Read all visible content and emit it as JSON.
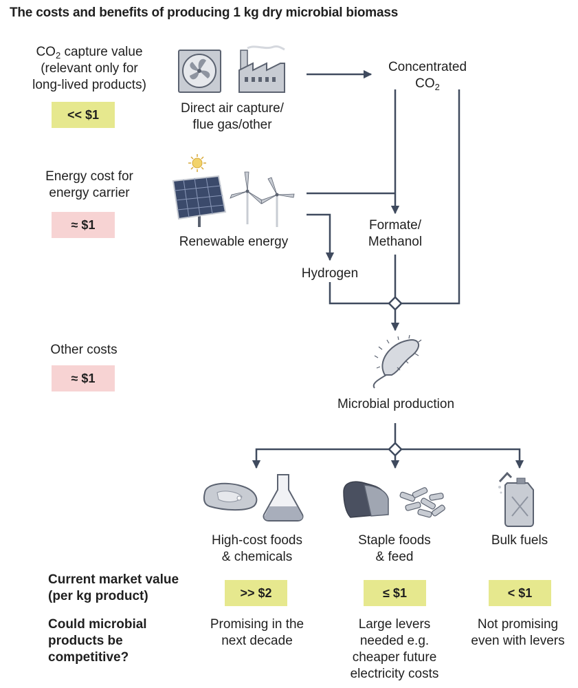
{
  "title": "The costs and benefits of producing 1 kg dry microbial biomass",
  "costs": {
    "co2_capture": {
      "line1_prefix": "CO",
      "line1_sub": "2",
      "line1_suffix": " capture value",
      "line2": "(relevant only for",
      "line3": "long-lived products)",
      "value": "<< $1",
      "color": "#e6e88e"
    },
    "energy": {
      "line1": "Energy cost for",
      "line2": "energy carrier",
      "value": "≈ $1",
      "color": "#f7d3d3"
    },
    "other": {
      "line1": "Other costs",
      "value": "≈ $1",
      "color": "#f7d3d3"
    }
  },
  "flow": {
    "dac_line1": "Direct air capture/",
    "dac_line2": "flue gas/other",
    "concentrated_line1": "Concentrated",
    "concentrated_prefix": "CO",
    "concentrated_sub": "2",
    "renewable": "Renewable energy",
    "formate_line1": "Formate/",
    "formate_line2": "Methanol",
    "hydrogen": "Hydrogen",
    "microbial": "Microbial production"
  },
  "products": [
    {
      "line1": "High-cost foods",
      "line2": "& chemicals",
      "value": ">> $2",
      "competitive": [
        "Promising in the",
        "next decade"
      ]
    },
    {
      "line1": "Staple foods",
      "line2": "& feed",
      "value": "≤ $1",
      "competitive": [
        "Large levers",
        "needed e.g.",
        "cheaper future",
        "electricity costs"
      ]
    },
    {
      "line1": "Bulk fuels",
      "line2": "",
      "value": "< $1",
      "competitive": [
        "Not promising",
        "even with levers"
      ]
    }
  ],
  "row_labels": {
    "market_line1": "Current market value",
    "market_line2": "(per kg product)",
    "competitive_line1": "Could microbial",
    "competitive_line2": "products be",
    "competitive_line3": "competitive?"
  },
  "colors": {
    "arrow": "#3f4a5e",
    "icon_fill": "#c8ccd3",
    "icon_dark": "#5b6270"
  }
}
